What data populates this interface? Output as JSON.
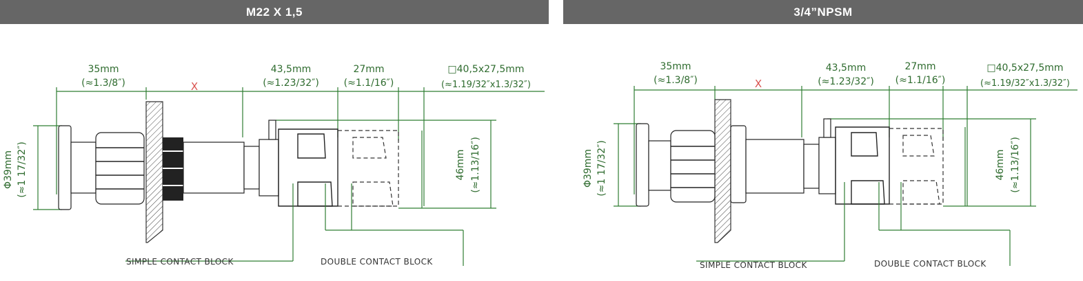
{
  "panels": [
    {
      "title": "M22 X 1,5",
      "dims": {
        "length_a": "35mm",
        "length_a_in": "(≈1.3/8″)",
        "gap": "X",
        "length_b": "43,5mm",
        "length_b_in": "(≈1.23/32″)",
        "length_c": "27mm",
        "length_c_in": "(≈1.1/16″)",
        "box": "□40,5x27,5mm",
        "box_in": "(≈1.19/32″x1.3/32″)",
        "diameter": "Φ39mm",
        "diameter_in": "(≈1 17/32″)",
        "height": "46mm",
        "height_in": "(≈1.13/16″)"
      },
      "labels": {
        "simple": "SIMPLE CONTACT BLOCK",
        "double": "DOUBLE CONTACT BLOCK"
      }
    },
    {
      "title": "3/4”NPSM",
      "dims": {
        "length_a": "35mm",
        "length_a_in": "(≈1.3/8″)",
        "gap": "X",
        "length_b": "43,5mm",
        "length_b_in": "(≈1.23/32″)",
        "length_c": "27mm",
        "length_c_in": "(≈1.1/16″)",
        "box": "□40,5x27,5mm",
        "box_in": "(≈1.19/32″x1.3/32″)",
        "diameter": "Φ39mm",
        "diameter_in": "(≈1 17/32″)",
        "height": "46mm",
        "height_in": "(≈1.13/16″)"
      },
      "labels": {
        "simple": "SIMPLE CONTACT BLOCK",
        "double": "DOUBLE CONTACT BLOCK"
      }
    }
  ]
}
